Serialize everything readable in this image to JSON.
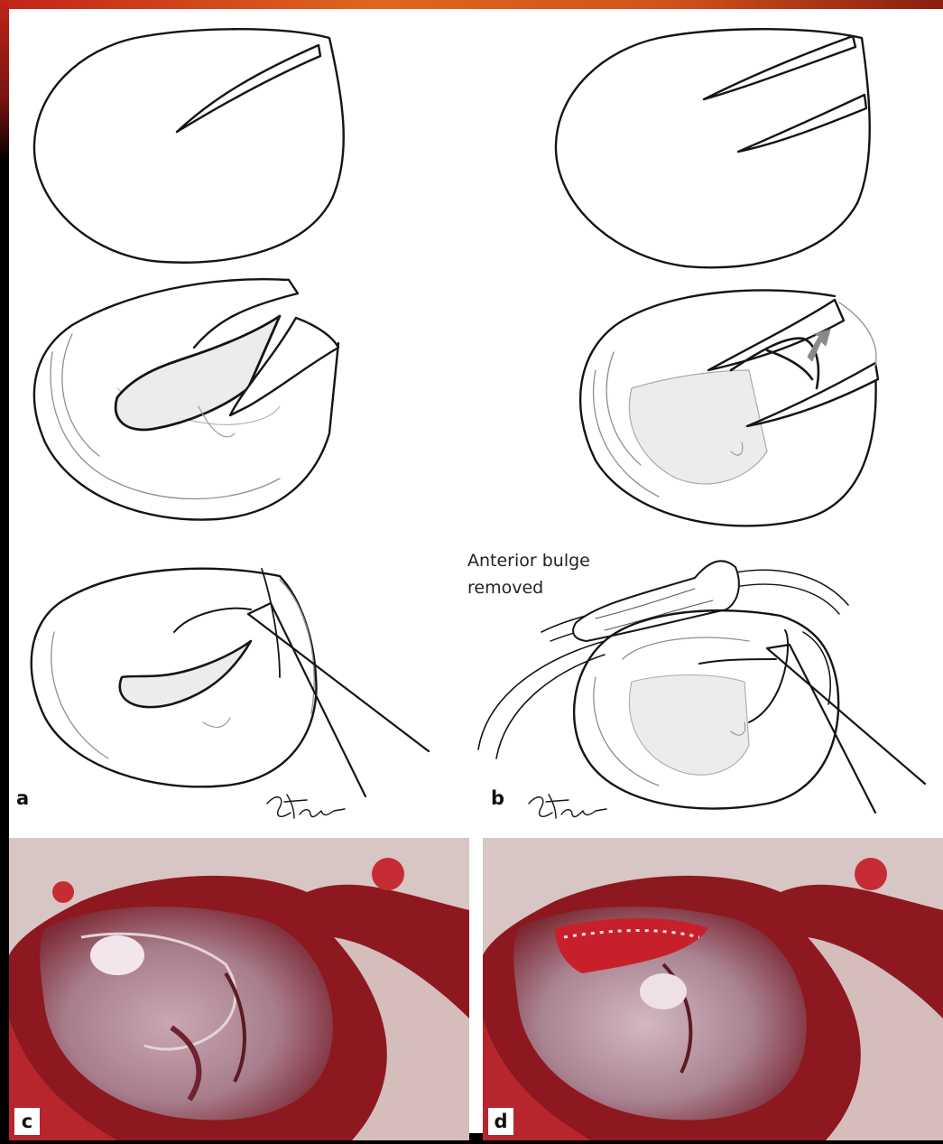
{
  "figure": {
    "panel_labels": [
      "a",
      "b",
      "c",
      "d"
    ],
    "annotation_line1": "Anterior bulge",
    "annotation_line2": "removed",
    "signature": "Stanis",
    "colors": {
      "line": "#151515",
      "faint_line": "#9a9a9a",
      "membrane_fill": "#ececec",
      "arrow": "#8a8a8a",
      "photo_blood": "#9b1a1f",
      "photo_membrane": "#b99aa6",
      "photo_canal": "#d9c2c0"
    }
  }
}
